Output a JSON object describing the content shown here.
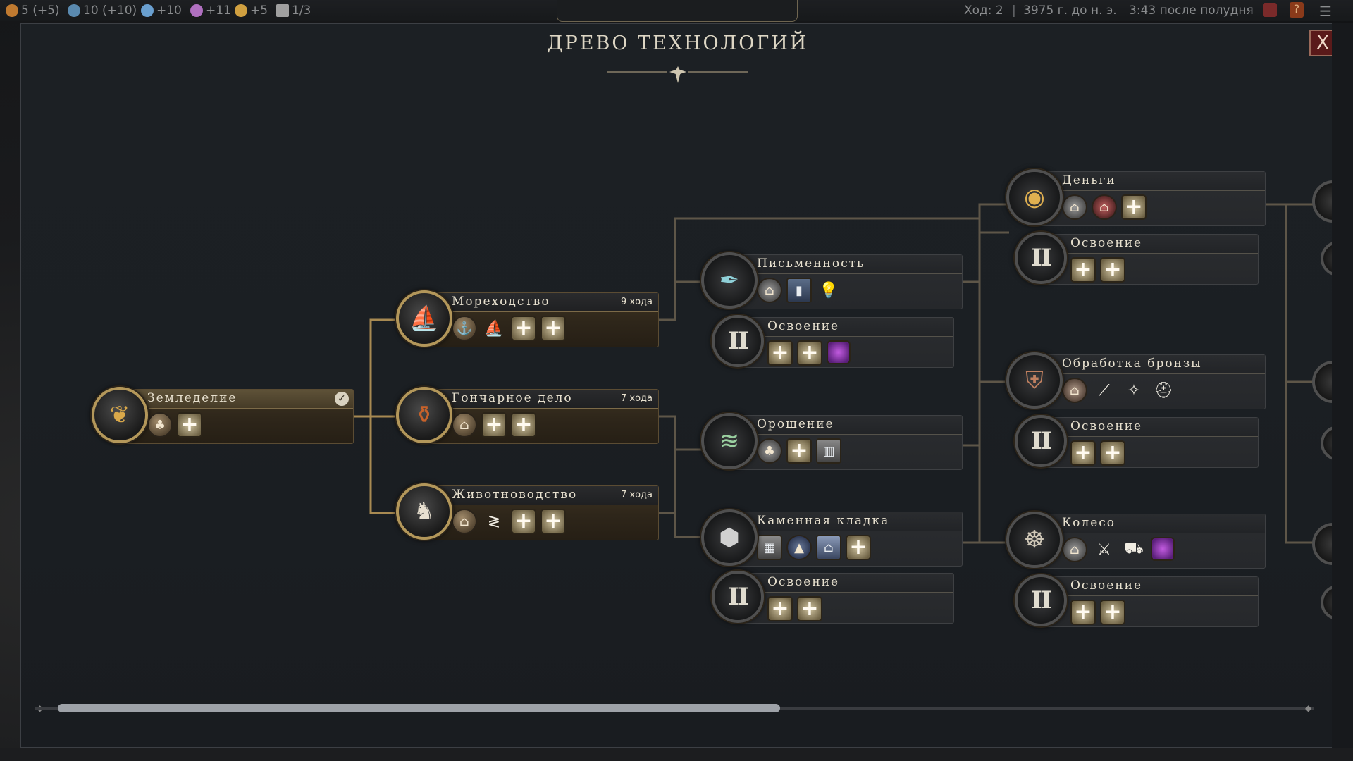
{
  "topbar": {
    "resources": [
      {
        "icon": "faith-icon",
        "value": "5 (+5)",
        "color": "#c07a30"
      },
      {
        "icon": "globe-icon",
        "value": "10 (+10)",
        "color": "#5a8ab0"
      },
      {
        "icon": "science-icon",
        "value": "+10",
        "color": "#6aa0d0"
      },
      {
        "icon": "culture-icon",
        "value": "+11",
        "color": "#b070c0"
      },
      {
        "icon": "gold-icon",
        "value": "+5",
        "color": "#d0a040"
      },
      {
        "icon": "trade-icon",
        "value": "1/3",
        "color": "#a0a0a0"
      }
    ],
    "turn": "Ход: 2",
    "year": "3975 г. до н. э.",
    "time": "3:43 после полудня"
  },
  "panel": {
    "title": "ДРЕВО ТЕХНОЛОГИЙ",
    "close_label": "X"
  },
  "techs": {
    "agriculture": {
      "name": "Земледелие",
      "status": "researched"
    },
    "sailing": {
      "name": "Мореходство",
      "turns": "9 хода"
    },
    "pottery": {
      "name": "Гончарное дело",
      "turns": "7 хода"
    },
    "animal_husbandry": {
      "name": "Животноводство",
      "turns": "7 хода"
    },
    "writing": {
      "name": "Письменность"
    },
    "writing_mastery": {
      "name": "Освоение"
    },
    "irrigation": {
      "name": "Орошение"
    },
    "masonry": {
      "name": "Каменная кладка"
    },
    "masonry_mastery": {
      "name": "Освоение"
    },
    "currency": {
      "name": "Деньги"
    },
    "currency_mastery": {
      "name": "Освоение"
    },
    "bronze_working": {
      "name": "Обработка бронзы"
    },
    "bronze_mastery": {
      "name": "Освоение"
    },
    "wheel": {
      "name": "Колесо"
    },
    "wheel_mastery": {
      "name": "Освоение"
    }
  },
  "scrollbar": {
    "position_fraction": 0.0,
    "visible_fraction": 0.57
  }
}
